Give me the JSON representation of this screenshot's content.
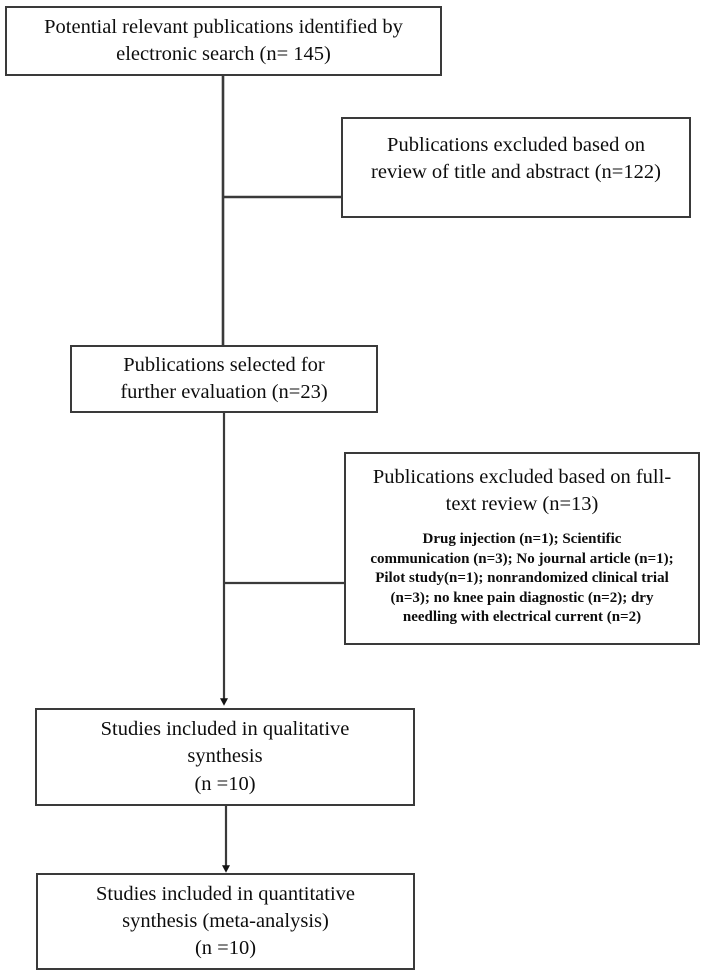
{
  "diagram": {
    "type": "prisma-flow-diagram",
    "line_color": "#3a3a3a",
    "background_color": "#ffffff",
    "text_color": "#0d0d0d",
    "boxes": [
      {
        "id": "identified",
        "text": "Potential relevant publications identified by\nelectronic search (n= 145)"
      },
      {
        "id": "excluded-title-abstract",
        "text": "Publications excluded based on\nreview of title and abstract (n=122)"
      },
      {
        "id": "selected-further-evaluation",
        "text": "Publications selected for\nfurther evaluation (n=23)"
      },
      {
        "id": "excluded-full-text",
        "text": "Publications excluded based on full-\ntext review (n=13)",
        "subtext": "Drug injection (n=1); Scientific\ncommunication (n=3); No journal article (n=1);\nPilot study(n=1); nonrandomized clinical trial\n(n=3); no knee pain diagnostic (n=2); dry\nneedling with electrical current (n=2)"
      },
      {
        "id": "qualitative-synthesis",
        "text": "Studies included in qualitative\nsynthesis\n(n =10)"
      },
      {
        "id": "quantitative-synthesis",
        "text": "Studies included in quantitative\nsynthesis (meta-analysis)\n(n =10)"
      }
    ]
  }
}
